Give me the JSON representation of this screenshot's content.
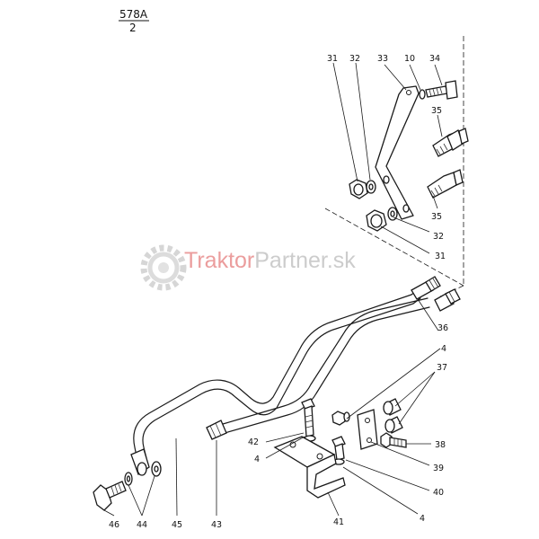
{
  "header": {
    "sheet": "578A",
    "page": "2"
  },
  "watermark": {
    "part_a": "Traktor",
    "part_b": "Partner.sk",
    "color_a": "#e88c8c",
    "color_b": "#c8c8c8",
    "icon": "gear-icon"
  },
  "parts": {
    "p31_top": "31",
    "p32_top": "32",
    "p33": "33",
    "p10": "10",
    "p34": "34",
    "p35_top": "35",
    "p35_bottom": "35",
    "p32_bottom": "32",
    "p31_bottom": "31",
    "p36": "36",
    "p4_a": "4",
    "p37": "37",
    "p38": "38",
    "p39": "39",
    "p40": "40",
    "p4_b": "4",
    "p41": "41",
    "p42": "42",
    "p4_c": "4",
    "p43": "43",
    "p44": "44",
    "p45": "45",
    "p46": "46"
  }
}
